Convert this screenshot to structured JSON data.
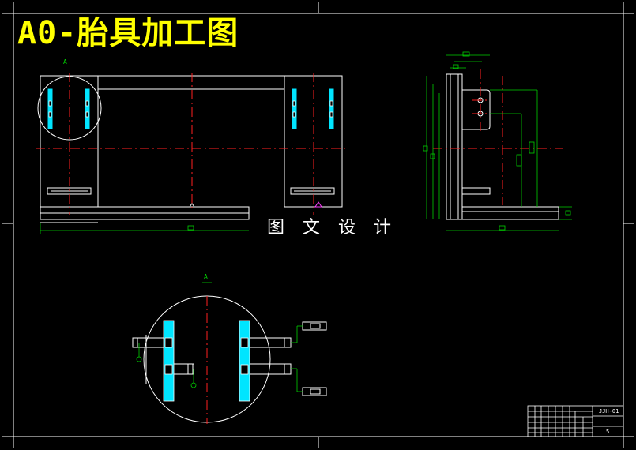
{
  "drawing": {
    "title": "A0-胎具加工图",
    "watermark": "图 文 设 计",
    "view_label_a": "A",
    "view_label_detail": "A",
    "title_block": {
      "drawing_no": "JJH-01",
      "sheet": "5"
    }
  },
  "colors": {
    "background": "#000000",
    "outline": "#ffffff",
    "centerline": "#ff2020",
    "dimension": "#00d000",
    "hatch": "#00e5ff",
    "title": "#ffff00",
    "marker": "#ff40ff"
  }
}
